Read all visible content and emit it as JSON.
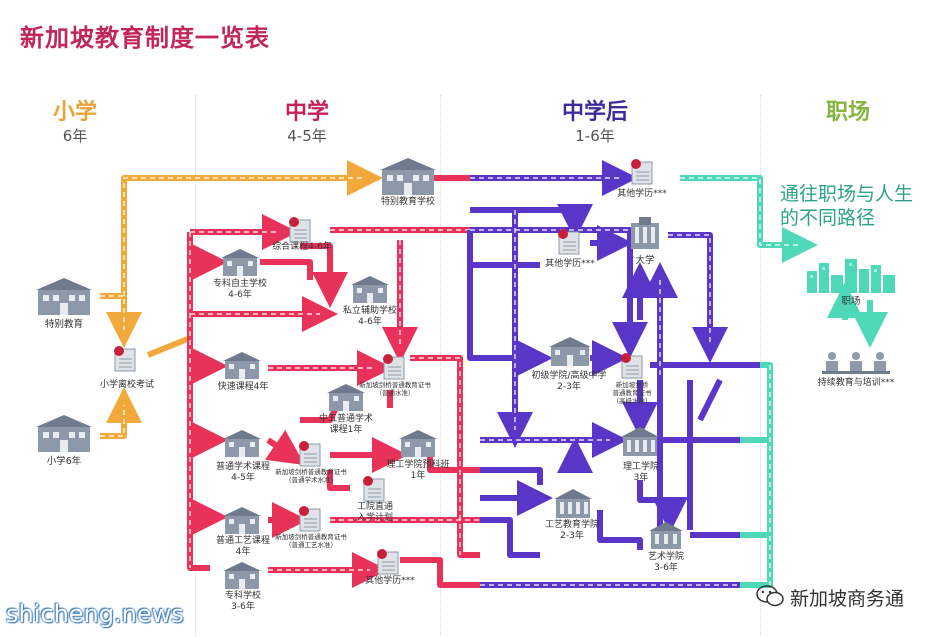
{
  "title": "新加坡教育制度一览表",
  "stages": {
    "primary": {
      "title": "小学",
      "years": "6年",
      "color": "#e8a23a"
    },
    "secondary": {
      "title": "中学",
      "years": "4-5年",
      "color": "#c8205a"
    },
    "post_secondary": {
      "title": "中学后",
      "years": "1-6年",
      "color": "#3c2d9a"
    },
    "career": {
      "title": "职场",
      "color": "#86b53f"
    }
  },
  "colors": {
    "primary_flow": "#f2a93b",
    "secondary_flow": "#e8325a",
    "post_flow": "#5a36c8",
    "career_flow": "#4fd8b8"
  },
  "nodes": {
    "special_ed": "特别教育",
    "primary6": "小学6年",
    "psle": "小学离校考试",
    "special_school": "特别教育学校",
    "integrated": "综合课程4-6年",
    "specialised_indep": "专科自主学校\n4-6年",
    "private_aided": "私立辅助学校\n4-6年",
    "express": "快速课程4年",
    "gce_o": "新加坡剑桥普通教育证书\n（普通水准）",
    "sec5_na": "中五普通学术\n课程1年",
    "normal_acad": "普通学术课程\n4-5年",
    "gce_n_a": "新加坡剑桥普通教育证书\n（普通学术水准）",
    "poly_foundation": "理工学院预科班\n1年",
    "ite_direct": "工院直通\n入学计划",
    "normal_tech": "普通工艺课程\n4年",
    "gce_n_t": "新加坡剑桥普通教育证书\n（普通工艺水准）",
    "specialised_school": "专科学校\n3-6年",
    "other_quals_bottom": "其他学历***",
    "other_quals_top": "其他学历***",
    "other_quals_mid": "其他学历***",
    "university": "大学",
    "jc": "初级学院/高级中学\n2-3年",
    "gce_a": "新加坡剑桥\n普通教育证书\n（高级水准）",
    "polytechnic": "理工学院\n3年",
    "ite": "工艺教育学院\n2-3年",
    "arts": "艺术学院\n3-6年",
    "workplace": "职场",
    "continuing_ed": "持续教育与培训***"
  },
  "career_text": "通往职场与人生\n的不同路径",
  "watermark_left": "shicheng.news",
  "watermark_right": "新加坡商务通",
  "icons": {
    "school": "school-building-icon",
    "certificate": "certificate-icon",
    "city": "city-skyline-icon",
    "people": "people-icon",
    "wechat": "wechat-icon"
  }
}
